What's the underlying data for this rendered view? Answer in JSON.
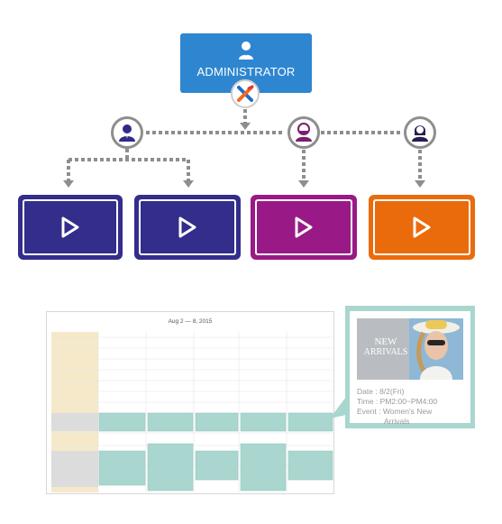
{
  "admin": {
    "label": "ADMINISTRATOR"
  },
  "calendar": {
    "title": "Aug 2 — 8, 2015"
  },
  "promo": {
    "headline_line1": "NEW",
    "headline_line2": "ARRIVALS"
  },
  "event": {
    "date_label": "Date :",
    "date_value": "8/2(Fri)",
    "time_label": "Time :",
    "time_value": "PM2:00~PM4:00",
    "event_label": "Event :",
    "event_value_line1": "Women's New",
    "event_value_line2": "Arrivals"
  },
  "colors": {
    "admin": "#2f86d0",
    "screen_blue": "#332d8b",
    "screen_purple": "#991a86",
    "screen_orange": "#ea6b0c",
    "connector": "#8e8e8e",
    "event_teal": "#a9d6cf",
    "highlight_column": "#f5e9c9"
  }
}
